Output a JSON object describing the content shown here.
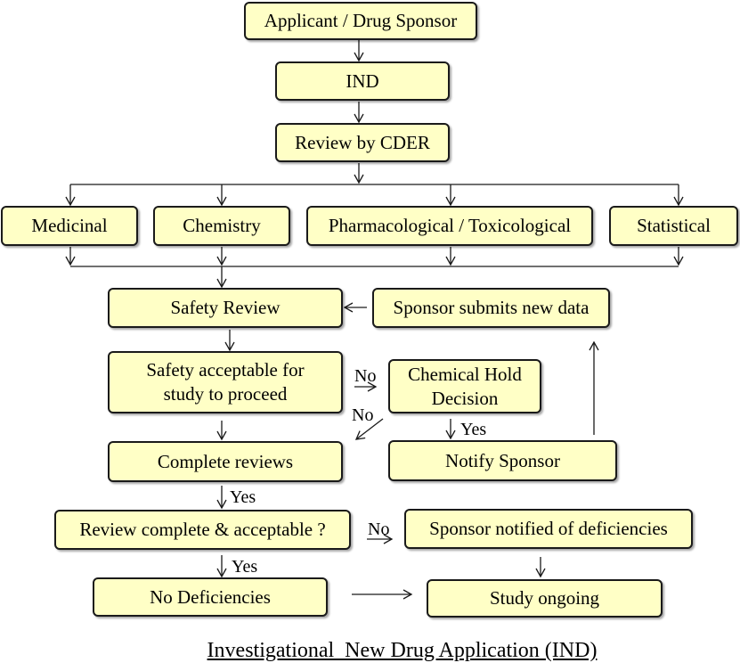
{
  "title": "Investigational  New Drug Application (IND)",
  "colors": {
    "box_fill": "#ffffc6",
    "box_border": "#1a1a1a",
    "line": "#1a1a1a"
  },
  "nodes": {
    "applicant": "Applicant / Drug Sponsor",
    "ind": "IND",
    "review_cder": "Review by CDER",
    "medicinal": "Medicinal",
    "chemistry": "Chemistry",
    "pharm_tox": "Pharmacological / Toxicological",
    "statistical": "Statistical",
    "safety_review": "Safety Review",
    "sponsor_new_data": "Sponsor submits new data",
    "safety_acceptable_1": "Safety acceptable for",
    "safety_acceptable_2": "study to proceed",
    "chemical_hold_1": "Chemical Hold",
    "chemical_hold_2": "Decision",
    "complete_reviews": "Complete reviews",
    "notify_sponsor": "Notify Sponsor",
    "review_complete": "Review complete & acceptable ?",
    "deficiencies_notified": "Sponsor notified of deficiencies",
    "no_deficiencies": "No Deficiencies",
    "study_ongoing": "Study ongoing"
  },
  "edge_labels": {
    "no_1": "No",
    "no_2": "No",
    "yes_1": "Yes",
    "yes_2": "Yes",
    "no_3": "No",
    "yes_3": "Yes"
  }
}
